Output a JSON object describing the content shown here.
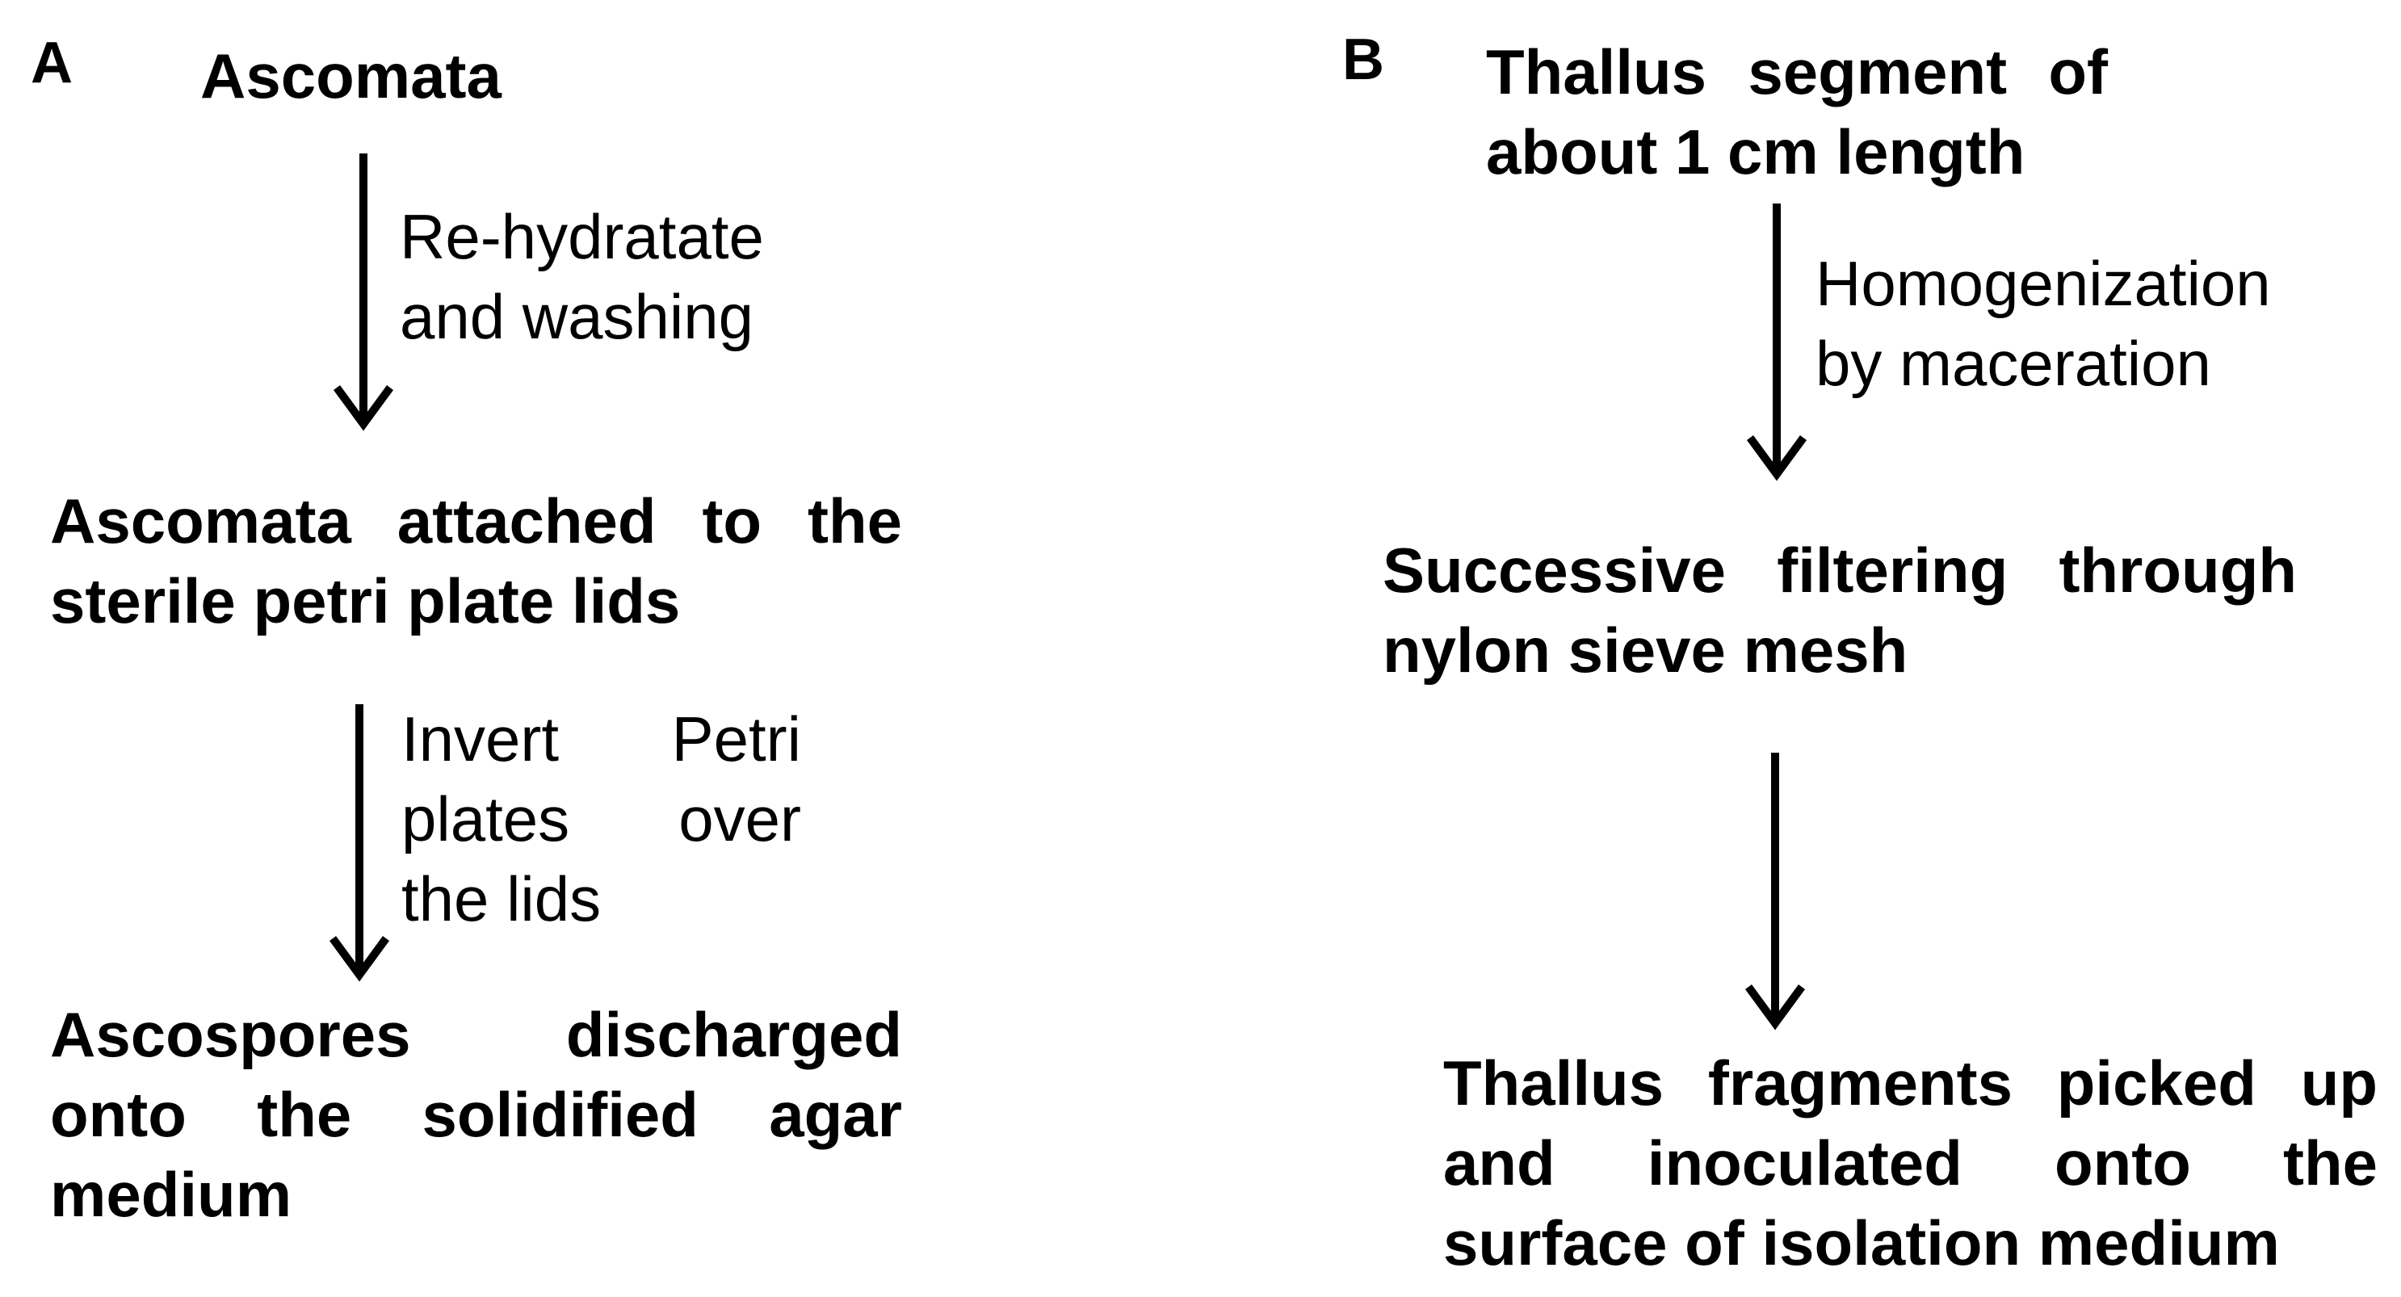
{
  "panel_a": {
    "label": "A",
    "node1": "Ascomata",
    "step1": [
      "Re-hydratate",
      "and washing"
    ],
    "node2": [
      "Ascomata attached to the",
      "sterile petri plate lids"
    ],
    "step2": [
      "Invert Petri",
      "plates over",
      "the lids"
    ],
    "node3": [
      "Ascospores discharged",
      "onto the solidified agar",
      "medium"
    ]
  },
  "panel_b": {
    "label": "B",
    "node1": [
      "Thallus segment of",
      "about 1 cm length"
    ],
    "step1": [
      "Homogenization",
      "by maceration"
    ],
    "node2": [
      "Successive filtering through",
      "nylon sieve mesh"
    ],
    "node3": [
      "Thallus fragments picked up",
      "and inoculated onto the",
      "surface of isolation medium"
    ]
  }
}
